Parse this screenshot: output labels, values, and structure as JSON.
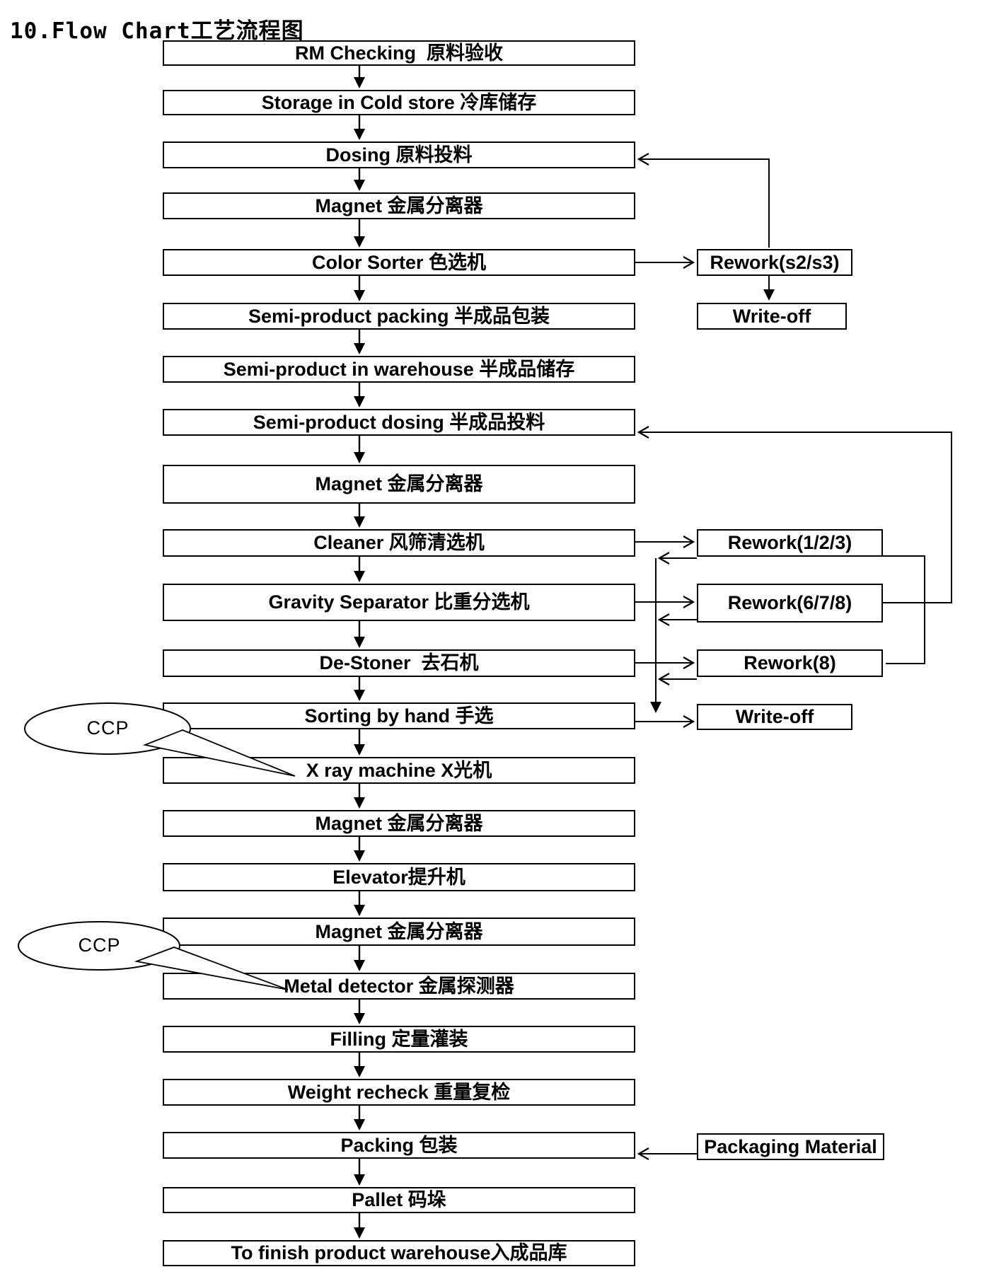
{
  "title": "10.Flow Chart工艺流程图",
  "main_flow": [
    "RM Checking  原料验收",
    "Storage in Cold store 冷库储存",
    "Dosing 原料投料",
    "Magnet 金属分离器",
    "Color Sorter 色选机",
    "Semi-product packing 半成品包装",
    "Semi-product in warehouse 半成品储存",
    "Semi-product dosing 半成品投料",
    "Magnet 金属分离器",
    "Cleaner 风筛清选机",
    "Gravity Separator 比重分选机",
    "De-Stoner  去石机",
    "Sorting by hand 手选",
    "X ray machine X光机",
    "Magnet 金属分离器",
    "Elevator提升机",
    "Magnet 金属分离器",
    "Metal detector 金属探测器",
    "Filling 定量灌装",
    "Weight recheck 重量复检",
    "Packing 包装",
    "Pallet 码垛",
    "To finish product warehouse入成品库"
  ],
  "side_boxes": {
    "rework_s2s3": "Rework(s2/s3)",
    "write_off_1": "Write-off",
    "rework_123": "Rework(1/2/3)",
    "rework_678": "Rework(6/7/8)",
    "rework_8": "Rework(8)",
    "write_off_2": "Write-off",
    "packaging_material": "Packaging Material"
  },
  "callouts": {
    "ccp_1": "CCP",
    "ccp_2": "CCP"
  },
  "colors": {
    "background": "#ffffff",
    "line": "#000000",
    "text": "#000000",
    "box_fill": "#ffffff"
  }
}
